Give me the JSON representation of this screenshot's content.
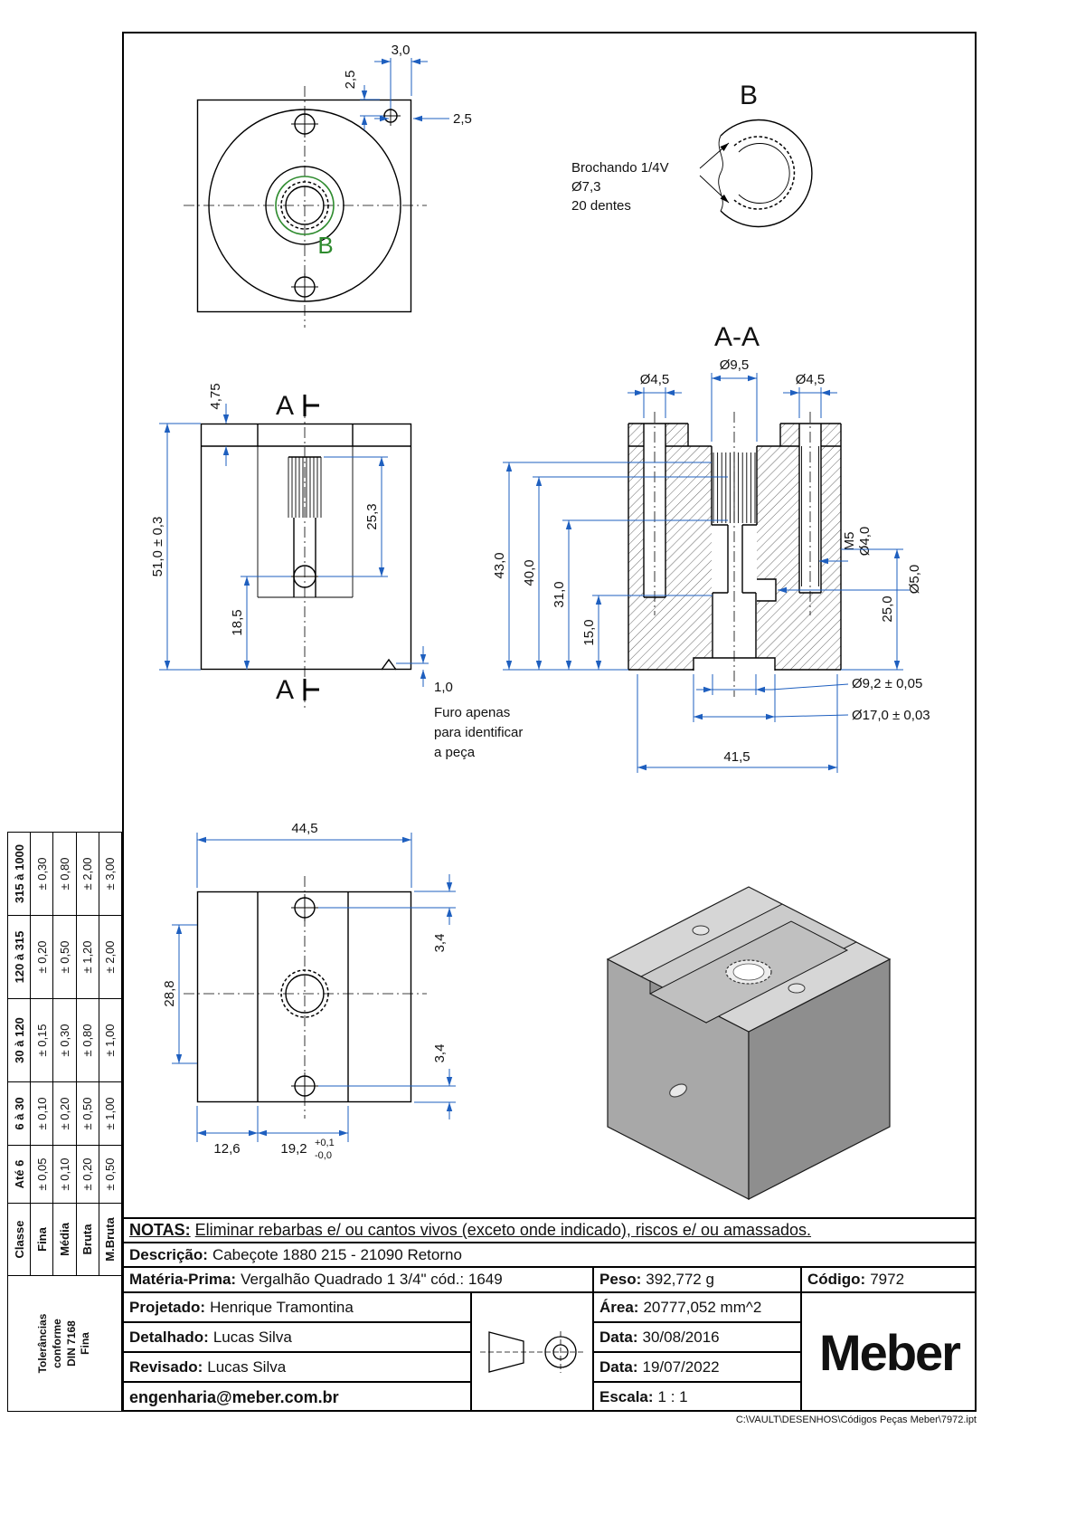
{
  "colors": {
    "dimension_line": "#1e5fbf",
    "detail_green": "#2e8b2e",
    "iso_top": "#d6d6d6",
    "iso_left": "#a8a8a8",
    "iso_right": "#8e8e8e"
  },
  "views": {
    "front": {
      "dim_3_0": "3,0",
      "dim_2_5_vert": "2,5",
      "dim_2_5_right": "2,5",
      "detail_marker": "B"
    },
    "detail_b": {
      "label": "B",
      "note": [
        "Brochando 1/4V",
        "Ø7,3",
        "20 dentes"
      ]
    },
    "side": {
      "section_label_top": "A",
      "section_label_bottom": "A",
      "dim_step": "4,75",
      "dim_total": "51,0 ± 0,3",
      "dim_bore": "25,3",
      "dim_hole": "18,5",
      "dim_id_hole": "1,0",
      "id_note": [
        "Furo apenas",
        "para identificar",
        "a peça"
      ]
    },
    "section": {
      "title": "A-A",
      "dim_top_left": "Ø4,5",
      "dim_top_center": "Ø9,5",
      "dim_top_right": "Ø4,5",
      "dim_43": "43,0",
      "dim_40": "40,0",
      "dim_31": "31,0",
      "dim_15": "15,0",
      "dim_m5": "M5",
      "dim_o4": "Ø4,0",
      "dim_25": "25,0",
      "dim_o5": "Ø5,0",
      "dim_o92": "Ø9,2 ± 0,05",
      "dim_o17": "Ø17,0 ± 0,03",
      "dim_41_5": "41,5"
    },
    "bottom": {
      "dim_width": "44,5",
      "dim_28_8": "28,8",
      "dim_3_4_top": "3,4",
      "dim_3_4_bottom": "3,4",
      "dim_12_6": "12,6",
      "dim_19_2": "19,2",
      "dim_19_2_tol_plus": "+0,1",
      "dim_19_2_tol_minus": "-0,0"
    }
  },
  "tolerance_table": {
    "corner_note": [
      "Tolerâncias",
      "conforme",
      "DIN 7168",
      "Fina"
    ],
    "header": [
      "Classe",
      "Até 6",
      "6 à 30",
      "30 à 120",
      "120 à 315",
      "315 à 1000"
    ],
    "rows": [
      [
        "Fina",
        "± 0,05",
        "± 0,10",
        "± 0,15",
        "± 0,20",
        "± 0,30"
      ],
      [
        "Média",
        "± 0,10",
        "± 0,20",
        "± 0,30",
        "± 0,50",
        "± 0,80"
      ],
      [
        "Bruta",
        "± 0,20",
        "± 0,50",
        "± 0,80",
        "± 1,20",
        "± 2,00"
      ],
      [
        "M.Bruta",
        "± 0,50",
        "± 1,00",
        "± 1,00",
        "± 2,00",
        "± 3,00"
      ]
    ]
  },
  "title_block": {
    "notes_label": "NOTAS:",
    "notes_text": "Eliminar rebarbas e/ ou cantos vivos (exceto onde indicado), riscos e/ ou amassados.",
    "description_label": "Descrição:",
    "description_value": "Cabeçote 1880 215 - 21090 Retorno",
    "material_label": "Matéria-Prima:",
    "material_value": "Vergalhão Quadrado 1 3/4\" cód.: 1649",
    "weight_label": "Peso:",
    "weight_value": "392,772 g",
    "code_label": "Código:",
    "code_value": "7972",
    "designed_label": "Projetado:",
    "designed_value": "Henrique Tramontina",
    "detailed_label": "Detalhado:",
    "detailed_value": "Lucas Silva",
    "reviewed_label": "Revisado:",
    "reviewed_value": "Lucas Silva",
    "email": "engenharia@meber.com.br",
    "area_label": "Área:",
    "area_value": "20777,052 mm^2",
    "date1_label": "Data:",
    "date1_value": "30/08/2016",
    "date2_label": "Data:",
    "date2_value": "19/07/2022",
    "scale_label": "Escala:",
    "scale_value": "1 : 1",
    "logo": "Meber"
  },
  "footer_path": "C:\\VAULT\\DESENHOS\\Códigos Peças Meber\\7972.ipt"
}
